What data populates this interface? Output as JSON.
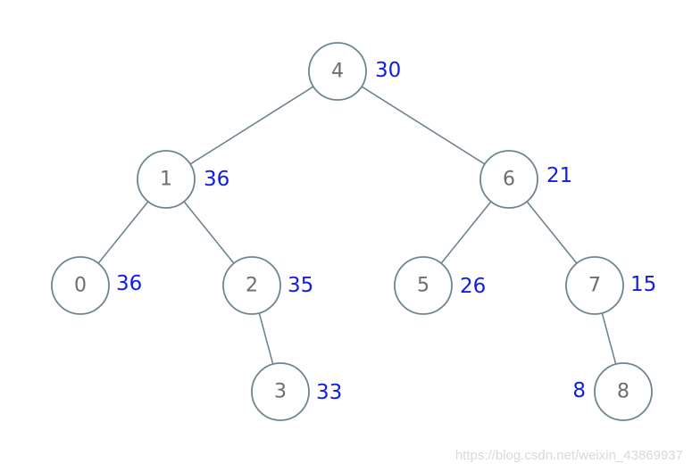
{
  "tree": {
    "nodes": [
      {
        "id": "4",
        "label": "4",
        "value": "30"
      },
      {
        "id": "1",
        "label": "1",
        "value": "36"
      },
      {
        "id": "6",
        "label": "6",
        "value": "21"
      },
      {
        "id": "0",
        "label": "0",
        "value": "36"
      },
      {
        "id": "2",
        "label": "2",
        "value": "35"
      },
      {
        "id": "5",
        "label": "5",
        "value": "26"
      },
      {
        "id": "7",
        "label": "7",
        "value": "15"
      },
      {
        "id": "3",
        "label": "3",
        "value": "33"
      },
      {
        "id": "8",
        "label": "8",
        "value": "8"
      }
    ],
    "edges": [
      [
        "4",
        "1"
      ],
      [
        "4",
        "6"
      ],
      [
        "1",
        "0"
      ],
      [
        "1",
        "2"
      ],
      [
        "6",
        "5"
      ],
      [
        "6",
        "7"
      ],
      [
        "2",
        "3"
      ],
      [
        "7",
        "8"
      ]
    ],
    "colors": {
      "edge": "#6e8590",
      "node_border": "#6e8590",
      "node_text": "#6d6d6d",
      "value_text": "#0f1ee6"
    }
  },
  "watermark": "https://blog.csdn.net/weixin_43869937"
}
